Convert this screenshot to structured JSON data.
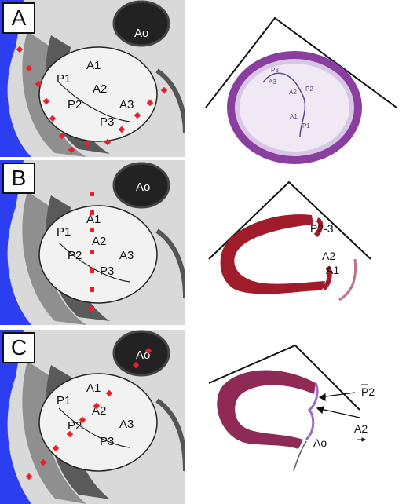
{
  "panels": [
    {
      "label": "A",
      "ao": "Ao",
      "scallops": [
        "A1",
        "P1",
        "A2",
        "P2",
        "A3",
        "P3"
      ]
    },
    {
      "label": "B",
      "ao": "Ao",
      "scallops": [
        "A1",
        "P1",
        "A2",
        "P2",
        "A3",
        "P3"
      ]
    },
    {
      "label": "C",
      "ao": "Ao",
      "scallops": [
        "A1",
        "P1",
        "A2",
        "P2",
        "A3",
        "P3"
      ]
    }
  ],
  "right_a": {
    "labels": [
      "P3",
      "A3",
      "A2",
      "P2",
      "A1",
      "P1"
    ]
  },
  "right_b": {
    "labels": [
      "P2-3",
      "A2",
      "A1"
    ]
  },
  "right_c": {
    "labels": [
      "P2",
      "A2",
      "Ao"
    ]
  },
  "colors": {
    "background_blue": "#2b3ef0",
    "marker_red": "#e8202a",
    "tissue_purple": "#8a3fa0",
    "tissue_red": "#a01c2a"
  }
}
